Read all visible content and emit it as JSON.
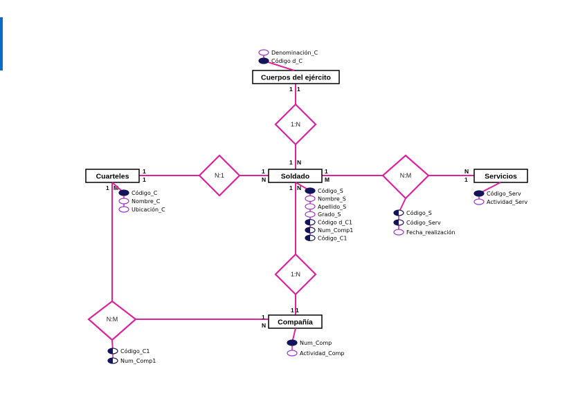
{
  "colors": {
    "line": "#e0219c",
    "key_fill": "#14145a",
    "attr_outline": "#9a33c8",
    "accent": "#0a6cc4"
  },
  "entities": {
    "cuerpos": "Cuerpos del ejército",
    "cuarteles": "Cuarteles",
    "soldado": "Soldado",
    "servicios": "Servicios",
    "compania": "Compañía"
  },
  "relationships": {
    "cuerpos_soldado": "1:N",
    "cuarteles_soldado": "N:1",
    "soldado_servicios": "N:M",
    "soldado_compania": "1:N",
    "cuarteles_compania": "N:M"
  },
  "cardinalities": {
    "cuerpos_below_left": "1",
    "cuerpos_below_right": "1",
    "soldado_top_left": "1",
    "soldado_top_right": "N",
    "cuarteles_right_top": "1",
    "cuarteles_right_bottom": "1",
    "soldado_left_top": "1",
    "soldado_left_bottom": "N",
    "soldado_right_top": "1",
    "soldado_right_bottom": "M",
    "servicios_left_top": "N",
    "servicios_left_bottom": "1",
    "cuarteles_below_left": "1",
    "cuarteles_below_right": "M",
    "soldado_bottom_left": "1",
    "soldado_bottom_right": "N",
    "compania_top_left": "1",
    "compania_top_right": "1",
    "compania_left_top": "1",
    "compania_left_bottom": "N"
  },
  "attributes": {
    "cuerpos": [
      {
        "name": "Denominación_C",
        "kind": "normal"
      },
      {
        "name": "Código d_C",
        "kind": "key"
      }
    ],
    "cuarteles": [
      {
        "name": "Código_C",
        "kind": "key"
      },
      {
        "name": "Nombre_C",
        "kind": "normal"
      },
      {
        "name": "Ubicación_C",
        "kind": "normal"
      }
    ],
    "soldado": [
      {
        "name": "Código_S",
        "kind": "key"
      },
      {
        "name": "Nombre_S",
        "kind": "normal"
      },
      {
        "name": "Apellido_S",
        "kind": "normal"
      },
      {
        "name": "Grado_S",
        "kind": "normal"
      },
      {
        "name": "Código d_C1",
        "kind": "foreign"
      },
      {
        "name": "Num_Comp1",
        "kind": "foreign"
      },
      {
        "name": "Código_C1",
        "kind": "foreign"
      }
    ],
    "servicios": [
      {
        "name": "Código_Serv",
        "kind": "key"
      },
      {
        "name": "Actividad_Serv",
        "kind": "normal"
      }
    ],
    "realiza": [
      {
        "name": "Código_S",
        "kind": "foreign"
      },
      {
        "name": "Código_Serv",
        "kind": "foreign"
      },
      {
        "name": "Fecha_realización",
        "kind": "normal"
      }
    ],
    "compania": [
      {
        "name": "Num_Comp",
        "kind": "key"
      },
      {
        "name": "Actividad_Comp",
        "kind": "normal"
      }
    ],
    "cuarteles_compania": [
      {
        "name": "Código_C1",
        "kind": "foreign"
      },
      {
        "name": "Num_Comp1",
        "kind": "foreign"
      }
    ]
  }
}
